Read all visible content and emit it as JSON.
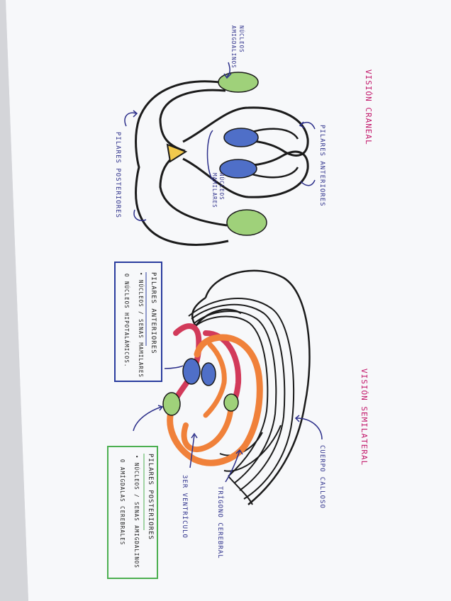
{
  "colors": {
    "paper": "#f7f8fa",
    "ink": "#1b1b1b",
    "title": "#c2186b",
    "label": "#2c2f8a",
    "green": "#9fd17a",
    "blue": "#4f6fc8",
    "orange": "#f0813a",
    "red": "#d23a5a",
    "yellow": "#f2c94c",
    "box_blue": "#2a3c9e",
    "box_green": "#4caf50"
  },
  "top_view": {
    "title": "VISIÓN CRANEAL",
    "label_amigdalinos": [
      "NÚCLEOS",
      "AMIGDALINOS"
    ],
    "label_pilares_anteriores": "PILARES ANTERIORES",
    "label_pilares_posteriores": "PILARES POSTERIORES",
    "label_mamilares": [
      "NÚCLEOS",
      "MAMILARES"
    ]
  },
  "side_view": {
    "title": "VISIÓN SEMILATERAL",
    "label_cuerpo_calloso": "CUERPO CALLOSO",
    "label_trigono": "TRÍGONO CEREBRAL",
    "label_ventriculo": "3ER VENTRÍCULO"
  },
  "box_anteriores": {
    "title": "PILARES ANTERIORES",
    "items": [
      "• NÚCLEOS / SENAS MAMILARES",
      "O NÚCLEOS HIPOTALÁMICOS."
    ]
  },
  "box_posteriores": {
    "title": "PILARES POSTERIORES",
    "items": [
      "• NÚCLEOS / SENAS AMIGDALINOS",
      "O AMÍGDALAS CEREBRALES"
    ]
  }
}
